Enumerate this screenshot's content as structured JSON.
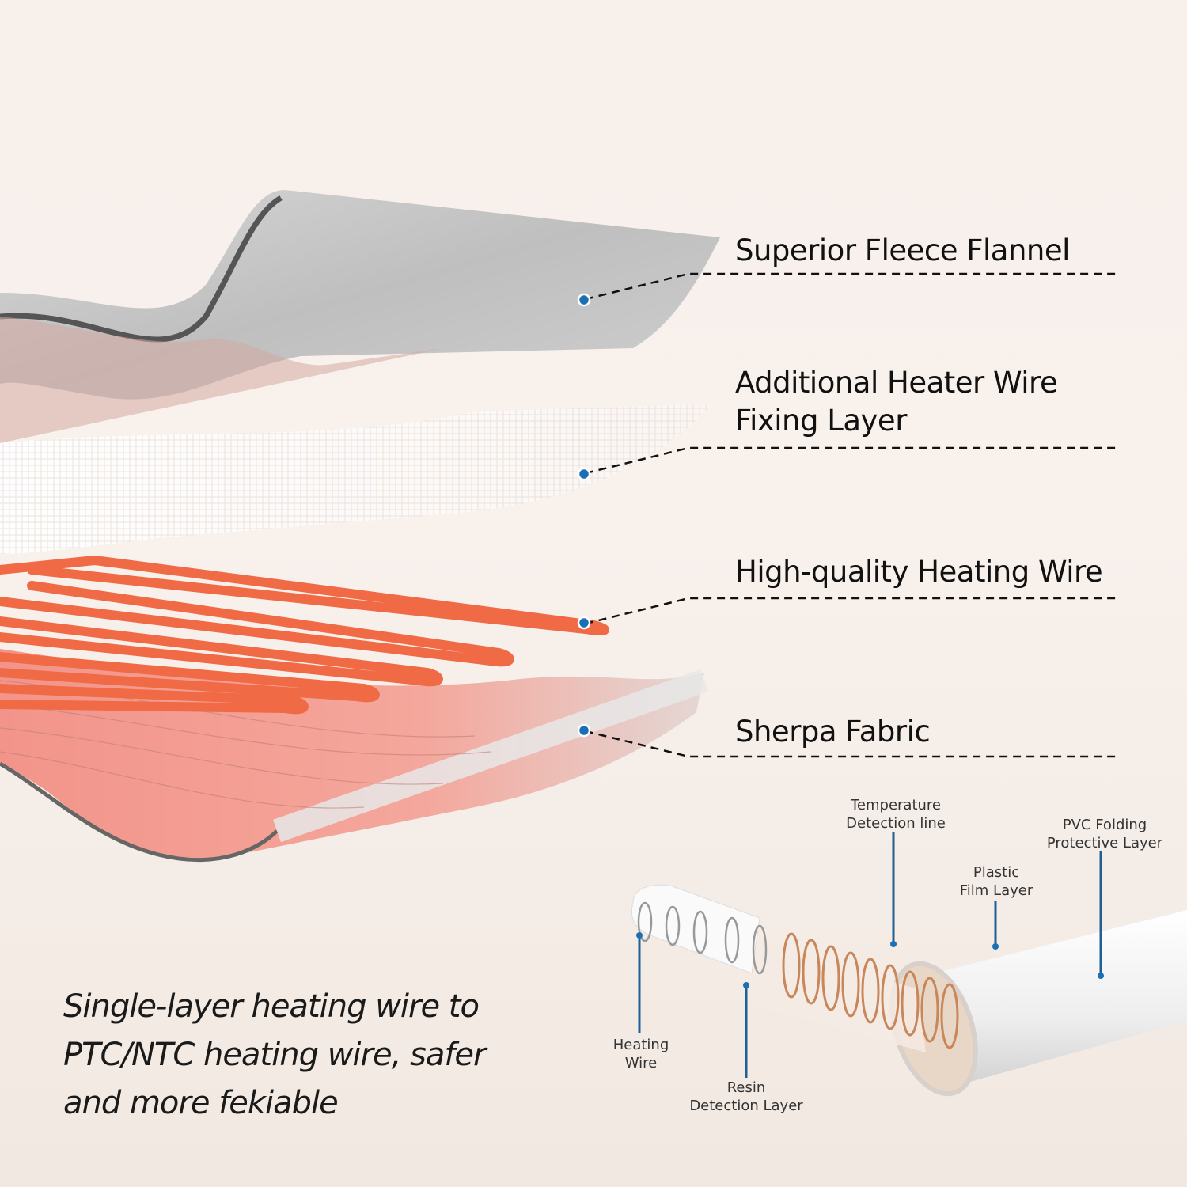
{
  "layers": [
    {
      "id": "fleece",
      "label": "Superior Fleece Flannel"
    },
    {
      "id": "fixing",
      "label": "Additional Heater Wire\nFixing Layer"
    },
    {
      "id": "heating",
      "label": "High-quality Heating Wire"
    },
    {
      "id": "sherpa",
      "label": "Sherpa Fabric"
    }
  ],
  "cable_parts": [
    {
      "id": "temp",
      "label": "Temperature\nDetection line"
    },
    {
      "id": "pvc",
      "label": "PVC Folding\nProtective Layer"
    },
    {
      "id": "plastic",
      "label": "Plastic\nFilm Layer"
    },
    {
      "id": "wire",
      "label": "Heating\nWire"
    },
    {
      "id": "resin",
      "label": "Resin\nDetection Layer"
    }
  ],
  "tagline": "Single-layer heating wire to\nPTC/NTC heating wire, safer\nand more fekiable",
  "colors": {
    "marker": "#1a6fb5",
    "callout_line": "#1f5f93",
    "heating_wire": "#f06a45",
    "fleece": "#bdbdbd",
    "background": "#f8f0eb"
  }
}
